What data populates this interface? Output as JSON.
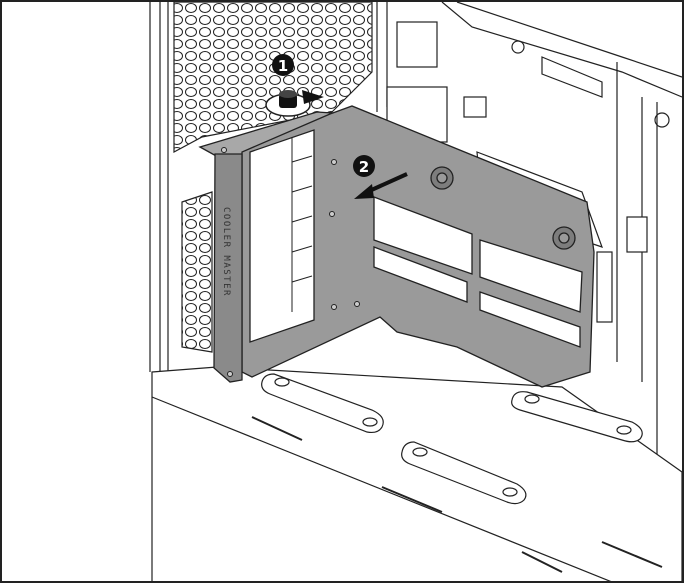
{
  "illustration": {
    "steps": [
      {
        "number": "1",
        "action": "loosen-thumbscrew"
      },
      {
        "number": "2",
        "action": "slide-bracket-out"
      }
    ],
    "bracket_logo": "COOLER MASTER",
    "colors": {
      "bracket": "#9a9a9a",
      "bracket_dark": "#7d7d7d",
      "line": "#222222",
      "badge": "#111111",
      "background": "#ffffff"
    }
  }
}
